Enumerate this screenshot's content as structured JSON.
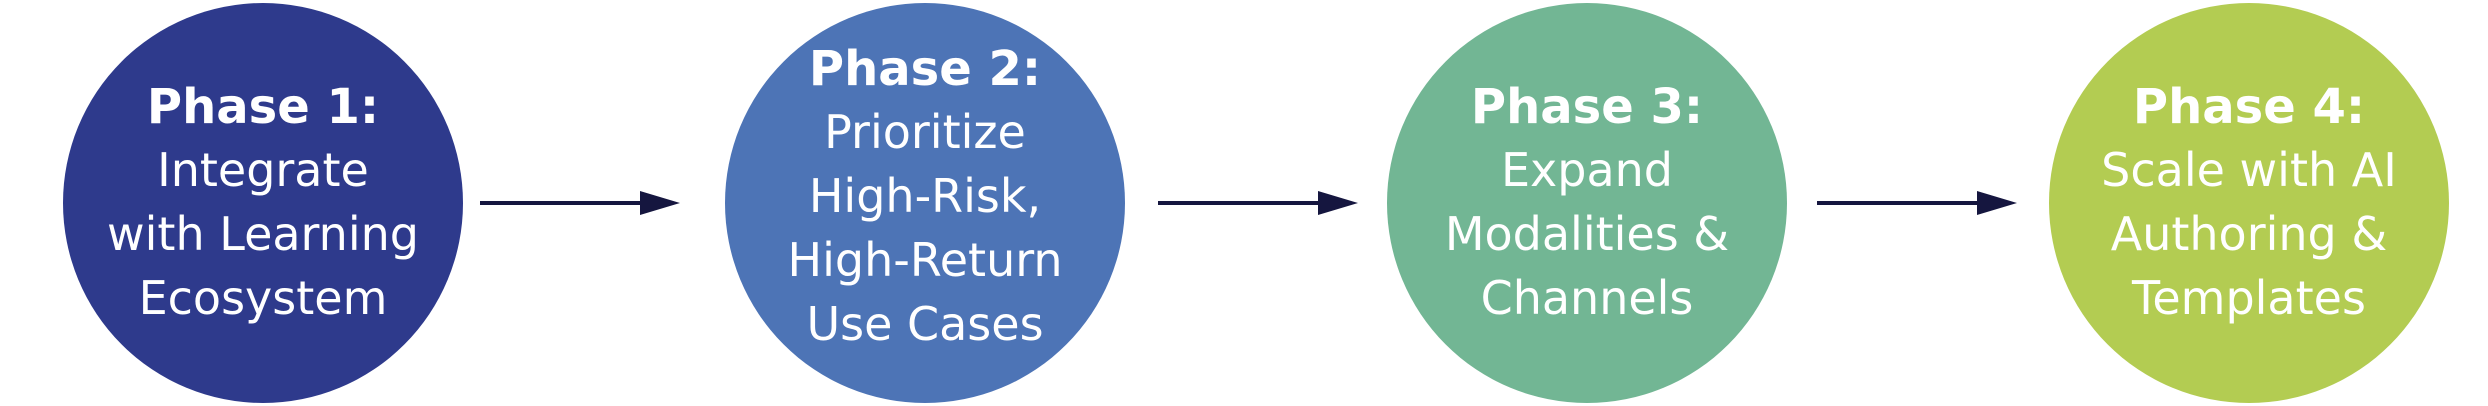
{
  "colors": {
    "phase1": "#2E3A8C",
    "phase2": "#4D74B6",
    "phase3": "#72B694",
    "phase4": "#B3CC52",
    "arrow": "#15163F",
    "text": "#FFFFFF"
  },
  "phases": [
    {
      "title": "Phase 1:",
      "lines": [
        "Integrate",
        "with Learning",
        "Ecosystem"
      ]
    },
    {
      "title": "Phase 2:",
      "lines": [
        "Prioritize",
        "High-Risk,",
        "High-Return",
        "Use Cases"
      ]
    },
    {
      "title": "Phase 3:",
      "lines": [
        "Expand",
        "Modalities &",
        "Channels"
      ]
    },
    {
      "title": "Phase 4:",
      "lines": [
        "Scale with AI",
        "Authoring &",
        "Templates"
      ]
    }
  ]
}
